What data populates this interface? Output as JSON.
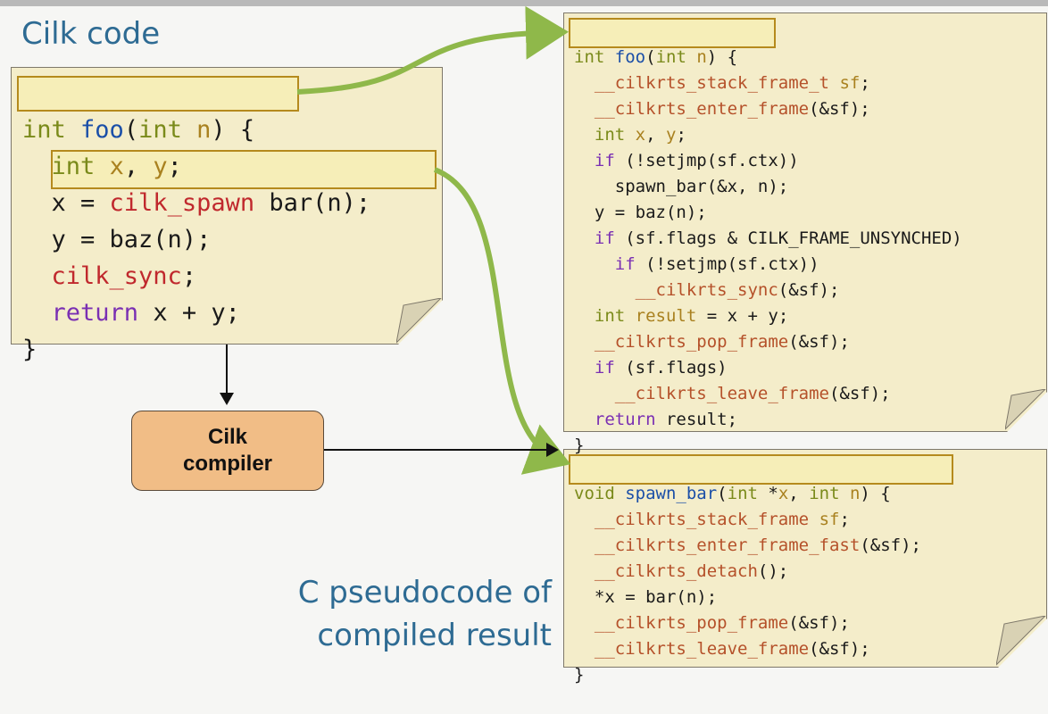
{
  "titles": {
    "cilk": "Cilk code",
    "c_line1": "C pseudocode of",
    "c_line2": "compiled result"
  },
  "compiler": {
    "line1": "Cilk",
    "line2": "compiler"
  },
  "cilk_code": [
    "int foo(int n) {",
    "  int x, y;",
    "  x = cilk_spawn bar(n);",
    "  y = baz(n);",
    "  cilk_sync;",
    "  return x + y;",
    "}"
  ],
  "c_foo": [
    "int foo(int n) {",
    "  __cilkrts_stack_frame_t sf;",
    "  __cilkrts_enter_frame(&sf);",
    "  int x, y;",
    "  if (!setjmp(sf.ctx))",
    "    spawn_bar(&x, n);",
    "  y = baz(n);",
    "  if (sf.flags & CILK_FRAME_UNSYNCHED)",
    "    if (!setjmp(sf.ctx))",
    "      __cilkrts_sync(&sf);",
    "  int result = x + y;",
    "  __cilkrts_pop_frame(&sf);",
    "  if (sf.flags)",
    "    __cilkrts_leave_frame(&sf);",
    "  return result;",
    "}"
  ],
  "c_spawn": [
    "void spawn_bar(int *x, int n) {",
    "  __cilkrts_stack_frame sf;",
    "  __cilkrts_enter_frame_fast(&sf);",
    "  __cilkrts_detach();",
    "  *x = bar(n);",
    "  __cilkrts_pop_frame(&sf);",
    "  __cilkrts_leave_frame(&sf);",
    "}"
  ],
  "colors": {
    "highlight_border": "#b58a1d",
    "arrow_green": "#8fb84a",
    "title_blue": "#2e6b93",
    "compiler_fill": "#f1bd86"
  }
}
